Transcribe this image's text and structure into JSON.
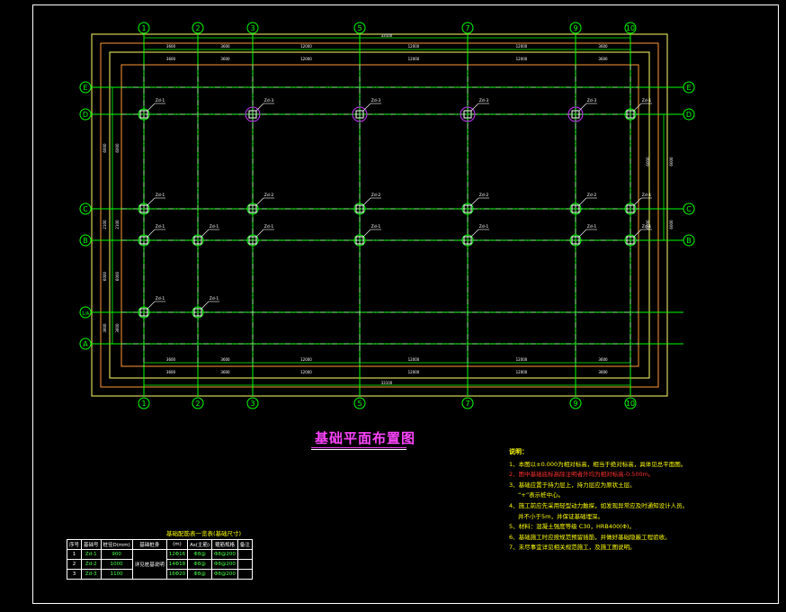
{
  "grid": {
    "x_axes": [
      "1",
      "2",
      "3",
      "5",
      "7",
      "9",
      "10"
    ],
    "y_axes": [
      "E",
      "D",
      "C",
      "B",
      "1/A",
      "A"
    ]
  },
  "columns": [
    {
      "label": "Zd-1",
      "axis": "1-D"
    },
    {
      "label": "Zd-3",
      "axis": "3-D"
    },
    {
      "label": "Zd-3",
      "axis": "5-D"
    },
    {
      "label": "Zd-3",
      "axis": "7-D"
    },
    {
      "label": "Zd-3",
      "axis": "9-D"
    },
    {
      "label": "Zd-1",
      "axis": "10-D"
    },
    {
      "label": "Zd-1",
      "axis": "1-C"
    },
    {
      "label": "Zd-2",
      "axis": "3-C"
    },
    {
      "label": "Zd-2",
      "axis": "5-C"
    },
    {
      "label": "Zd-2",
      "axis": "7-C"
    },
    {
      "label": "Zd-2",
      "axis": "9-C"
    },
    {
      "label": "Zd-1",
      "axis": "10-C"
    },
    {
      "label": "Zd-1",
      "axis": "1-B"
    },
    {
      "label": "Zd-1",
      "axis": "2-B"
    },
    {
      "label": "Zd-1",
      "axis": "3-B"
    },
    {
      "label": "Zd-1",
      "axis": "5-B"
    },
    {
      "label": "Zd-1",
      "axis": "7-B"
    },
    {
      "label": "Zd-1",
      "axis": "9-B"
    },
    {
      "label": "Zd-1",
      "axis": "10-B"
    },
    {
      "label": "Zd-1",
      "axis": "1-1/A"
    },
    {
      "label": "Zd-1",
      "axis": "2-1/A"
    }
  ],
  "dims_top": {
    "overall": "33100",
    "segments": [
      "3600",
      "3600",
      "12000",
      "12000",
      "12000",
      "3600"
    ]
  },
  "dims_bottom": {
    "overall": "33100",
    "segments": [
      "3600",
      "3600",
      "12000",
      "12000",
      "12000",
      "3600"
    ]
  },
  "dims_left": [
    "6000",
    "2100",
    "6000",
    "3600"
  ],
  "dims_right": [
    "6000",
    "6000"
  ],
  "drawing_title": "基础平面布置图",
  "notes": {
    "heading": "说明：",
    "items": [
      {
        "text": "1、本图以±0.000为相对标高，相当于绝对标高，具体见总平面图。",
        "red": false
      },
      {
        "text": "2、图中基础底标高除注明者外均为相对标高-0.500m。",
        "red": true
      },
      {
        "text": "3、基础应置于持力层上，持力层应为原状土层。",
        "red": false
      },
      {
        "text": "“+”表示桩中心。",
        "red": false,
        "sub": true
      },
      {
        "text": "4、施工前应先采用轻型动力触探，如发现异常应及时通知设计人员。",
        "red": false
      },
      {
        "text": "并不小于5m，并保证基础埋深。",
        "red": false,
        "sub": true
      },
      {
        "text": "5、材料：混凝土强度等级 C30，HRB400(Φ)。",
        "red": false
      },
      {
        "text": "6、基础施工时应按规范预留插筋，并做好基础隐蔽工程验收。",
        "red": false
      },
      {
        "text": "7、未尽事宜详见相关规范施工，及施工图说明。",
        "red": false
      }
    ]
  },
  "schedule": {
    "title": "基础配筋表一览表(基础尺寸)",
    "headers": [
      "序号",
      "基础号",
      "桩径D(mm)",
      "基础桩身",
      "(m)",
      "As(主筋)",
      "箍筋规格",
      "备注"
    ],
    "rows": [
      [
        "1",
        "Zd-1",
        "900",
        "",
        "12Φ16",
        "Φ8@",
        "Φ8@200",
        ""
      ],
      [
        "2",
        "Zd-2",
        "1000",
        "",
        "14Φ18",
        "Φ8@",
        "Φ8@200",
        ""
      ],
      [
        "3",
        "Zd-3",
        "1100",
        "",
        "16Φ20",
        "Φ8@",
        "Φ8@200",
        ""
      ]
    ],
    "merged_note": "详见桩基说明"
  },
  "colors": {
    "grid": "#00ff00",
    "axis_line": "#ffffff",
    "outline_orange": "#ff9933",
    "outline_yellow": "#ffff66",
    "pile_ring": "#cc33ff",
    "pile_cap": "#ffffff",
    "text_white": "#ffffff"
  }
}
